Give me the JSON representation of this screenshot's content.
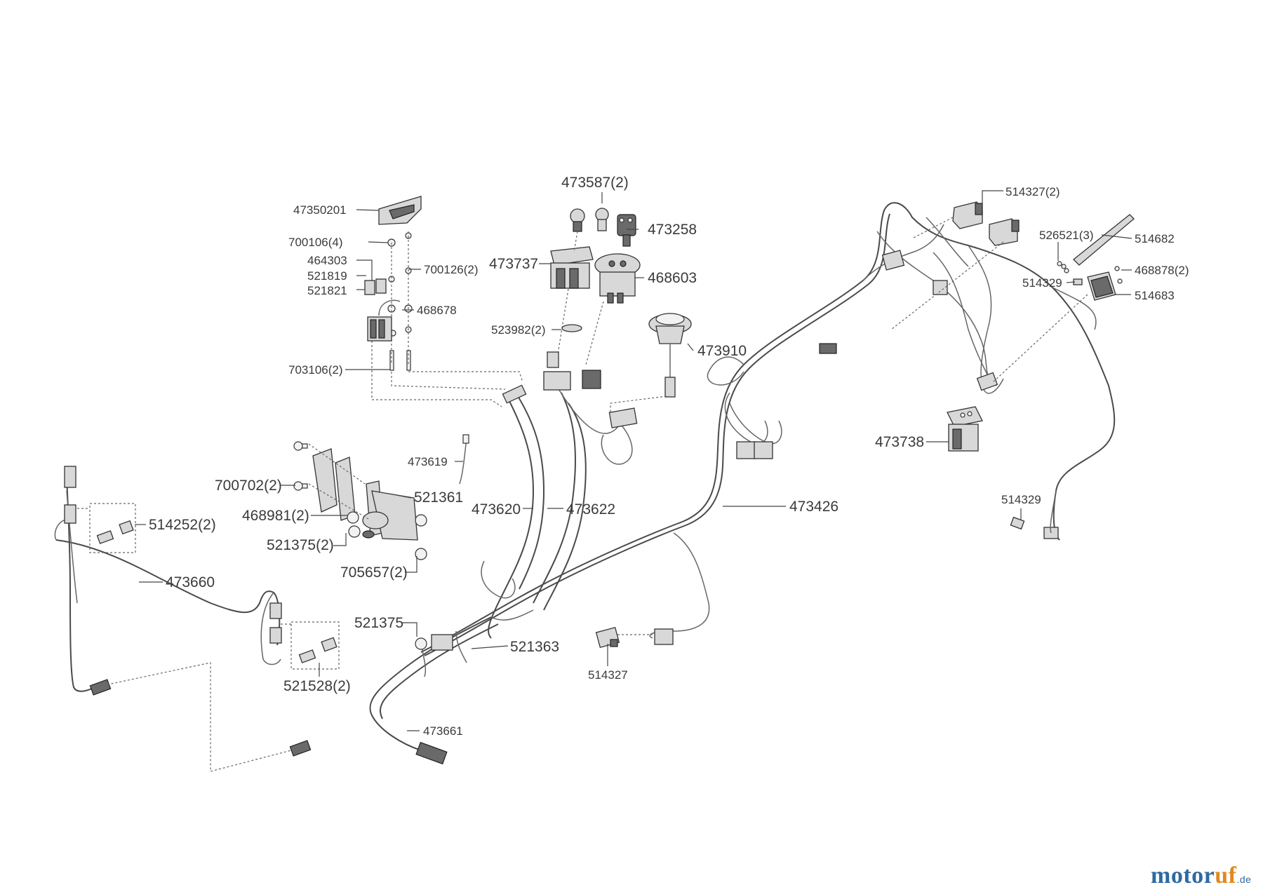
{
  "labels": {
    "p47350201": "47350201",
    "p700106": "700106(4)",
    "p464303": "464303",
    "p521819": "521819",
    "p521821": "521821",
    "p700126": "700126(2)",
    "p468678": "468678",
    "p703106": "703106(2)",
    "p473587": "473587(2)",
    "p473258": "473258",
    "p473737": "473737",
    "p468603": "468603",
    "p523982": "523982(2)",
    "p473910": "473910",
    "p514327a": "514327(2)",
    "p526521": "526521(3)",
    "p514682": "514682",
    "p468878": "468878(2)",
    "p514329a": "514329",
    "p514683": "514683",
    "p473738": "473738",
    "p473619": "473619",
    "p700702": "700702(2)",
    "p521361": "521361",
    "p468981": "468981(2)",
    "p521375a": "521375(2)",
    "p705657": "705657(2)",
    "p514252": "514252(2)",
    "p473620": "473620",
    "p473622": "473622",
    "p473426": "473426",
    "p514329b": "514329",
    "p473660": "473660",
    "p521375b": "521375",
    "p521363": "521363",
    "p514327b": "514327",
    "p521528": "521528(2)",
    "p473661": "473661"
  },
  "logo": {
    "part1": "motor",
    "part2": "uf",
    "suffix": ".de"
  }
}
